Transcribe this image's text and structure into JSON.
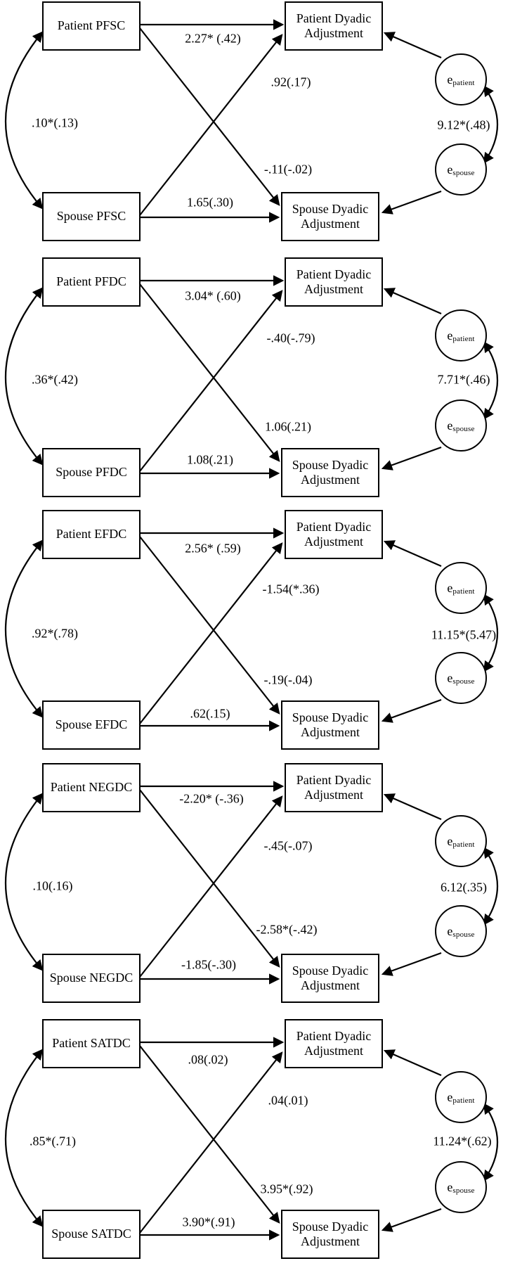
{
  "shared": {
    "patient_outcome_label": "Patient Dyadic Adjustment",
    "spouse_outcome_label": "Spouse Dyadic Adjustment",
    "error_patient": {
      "base": "e",
      "sub": "patient"
    },
    "error_spouse": {
      "base": "e",
      "sub": "spouse"
    },
    "colors": {
      "line": "#000000",
      "background": "#ffffff",
      "node_fill": "#ffffff"
    }
  },
  "panels": [
    {
      "id": "pfsc",
      "patient_predictor": "Patient PFSC",
      "spouse_predictor": "Spouse PFSC",
      "patient_actor_effect": "2.27* (.42)",
      "spouse_to_patient_partner_effect": ".92(.17)",
      "patient_to_spouse_partner_effect": "-.11(-.02)",
      "spouse_actor_effect": "1.65(.30)",
      "predictor_covariance": ".10*(.13)",
      "error_covariance": "9.12*(.48)"
    },
    {
      "id": "pfdc",
      "patient_predictor": "Patient PFDC",
      "spouse_predictor": "Spouse PFDC",
      "patient_actor_effect": "3.04* (.60)",
      "spouse_to_patient_partner_effect": "-.40(-.79)",
      "patient_to_spouse_partner_effect": "1.06(.21)",
      "spouse_actor_effect": "1.08(.21)",
      "predictor_covariance": ".36*(.42)",
      "error_covariance": "7.71*(.46)"
    },
    {
      "id": "efdc",
      "patient_predictor": "Patient EFDC",
      "spouse_predictor": "Spouse EFDC",
      "patient_actor_effect": "2.56* (.59)",
      "spouse_to_patient_partner_effect": "-1.54(*.36)",
      "patient_to_spouse_partner_effect": "-.19(-.04)",
      "spouse_actor_effect": ".62(.15)",
      "predictor_covariance": ".92*(.78)",
      "error_covariance": "11.15*(5.47)"
    },
    {
      "id": "negdc",
      "patient_predictor": "Patient NEGDC",
      "spouse_predictor": "Spouse NEGDC",
      "patient_actor_effect": "-2.20* (-.36)",
      "spouse_to_patient_partner_effect": "-.45(-.07)",
      "patient_to_spouse_partner_effect": "-2.58*(-.42)",
      "spouse_actor_effect": "-1.85(-.30)",
      "predictor_covariance": ".10(.16)",
      "error_covariance": "6.12(.35)"
    },
    {
      "id": "satdc",
      "patient_predictor": "Patient SATDC",
      "spouse_predictor": "Spouse SATDC",
      "patient_actor_effect": ".08(.02)",
      "spouse_to_patient_partner_effect": ".04(.01)",
      "patient_to_spouse_partner_effect": "3.95*(.92)",
      "spouse_actor_effect": "3.90*(.91)",
      "predictor_covariance": ".85*(.71)",
      "error_covariance": "11.24*(.62)"
    }
  ]
}
